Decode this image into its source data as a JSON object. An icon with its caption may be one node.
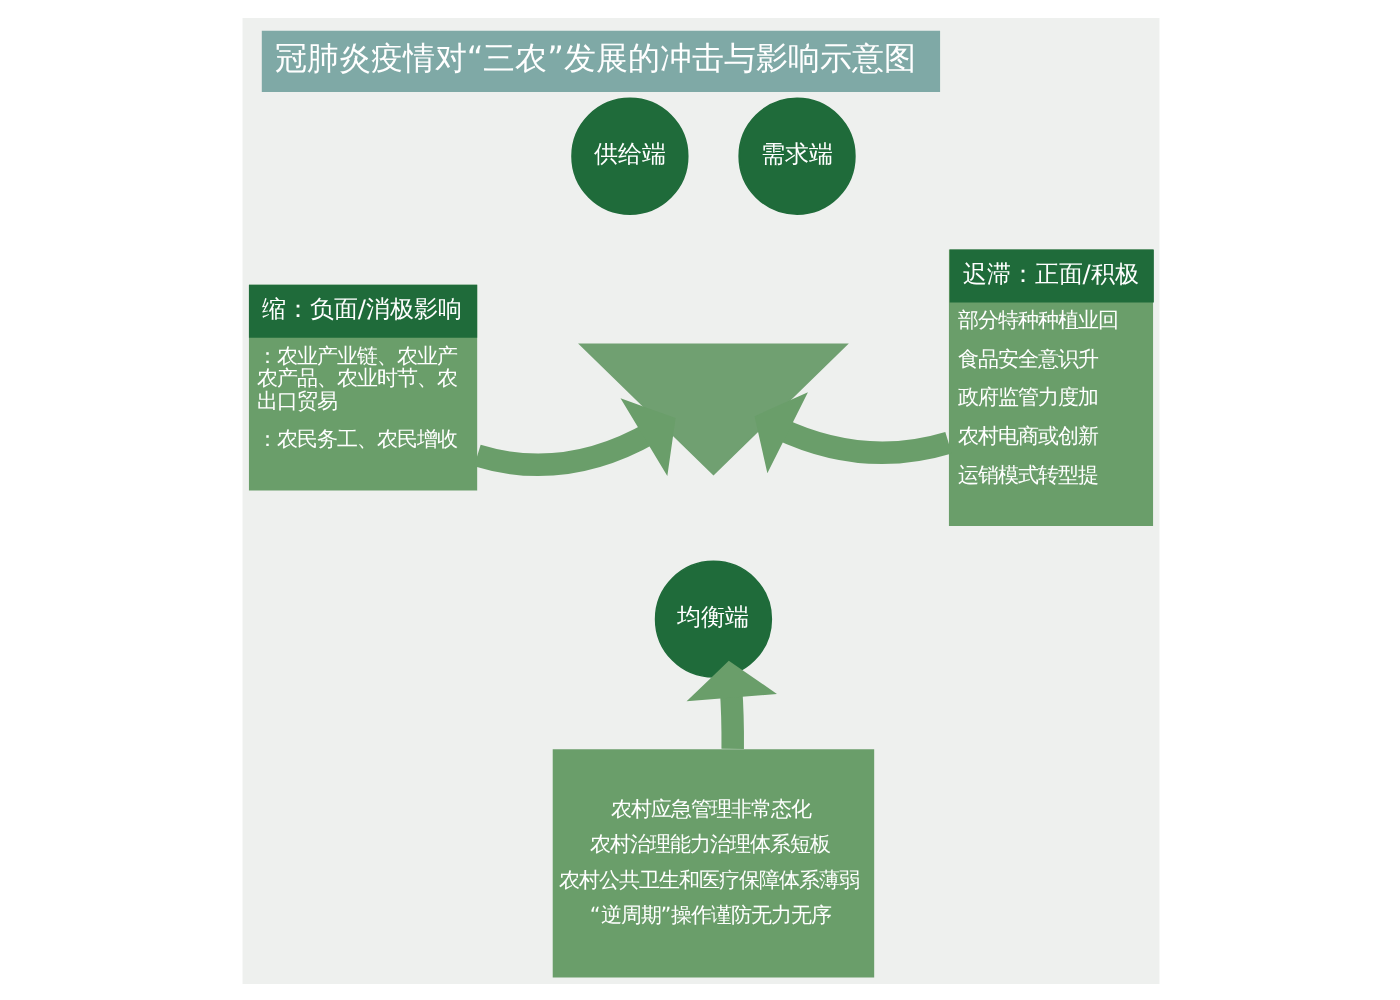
{
  "diagram": {
    "title": "冠肺炎疫情对“三农”发展的冲击与影响示意图",
    "nodes": [
      {
        "text": [
          "缩：负面/消极影响",
          "：农业产业链、农业产农产品、农业时节、农出口贸易",
          "：农民务工、农民增收"
        ]
      },
      {
        "text": [
          "供给端"
        ]
      },
      {
        "text": [
          "需求端"
        ]
      },
      {
        "text": [
          "均衡端"
        ]
      },
      {
        "text": [],
        "shape": "triangle"
      },
      {
        "text": [
          "迟滞：正面/积极",
          "部分特种种植业回",
          "食品安全意识升",
          "政府监管力度加",
          "农村电商或创新",
          "运销模式转型提"
        ]
      },
      {
        "text": [
          "农村应急管理非常态化",
          "农村治理能力治理体系短板",
          "农村公共卫生和医疗保障体系薄弱",
          "“逆周期”操作谨防无力无序"
        ]
      }
    ],
    "edges": [
      {
        "from": 0,
        "to": 4,
        "arrow": "to"
      },
      {
        "from": 5,
        "to": 4,
        "arrow": "to"
      },
      {
        "from": 6,
        "to": 3,
        "arrow": "to"
      }
    ]
  }
}
